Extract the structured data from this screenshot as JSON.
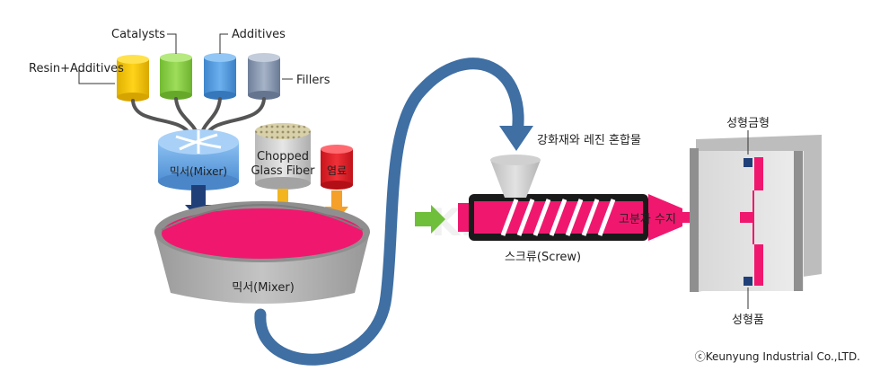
{
  "inputs": {
    "catalysts": "Catalysts",
    "additives": "Additives",
    "resin_additives": "Resin+Additives",
    "fillers": "Fillers"
  },
  "mixer_small_label": "믹서(Mixer)",
  "chopped_glass_fiber": [
    "Chopped",
    "Glass Fiber"
  ],
  "pigment_label": "염료",
  "mixer_bowl_label": "믹서(Mixer)",
  "hopper_label": "강화재와 레진 혼합물",
  "screw_label": "스크류(Screw)",
  "polymer_label": "고분자 수지",
  "mold_label": "성형금형",
  "product_label": "성형품",
  "copyright": "ⓒKeunyung Industrial Co.,LTD.",
  "colors": {
    "resin_yellow": "#f2c200",
    "catalyst_green": "#8ed14a",
    "additive_blue": "#5b9bd8",
    "filler_gray": "#8a9bb5",
    "mixer_blue": "#6aa7e6",
    "melt_pink": "#f0186e",
    "flow_blue": "#3f6fa3",
    "bowl_gray": "#a7a7a7",
    "pigment_red": "#e8202a",
    "arrow_orange": "#f4a02a",
    "arrow_green": "#6fbf3a"
  }
}
